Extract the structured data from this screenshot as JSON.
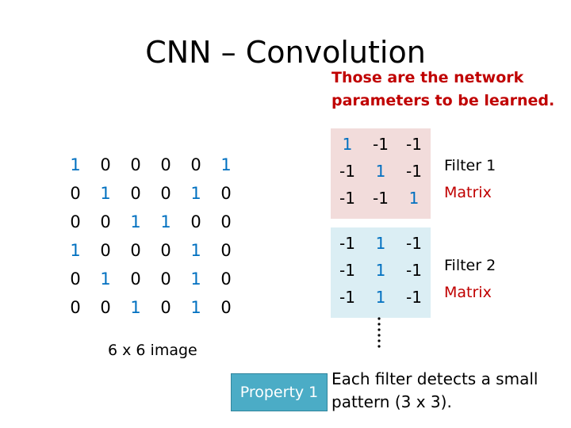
{
  "title": "CNN – Convolution",
  "note": "Those are the network parameters to be learned.",
  "image": {
    "caption": "6 x 6 image",
    "rows": [
      [
        "1",
        "0",
        "0",
        "0",
        "0",
        "1"
      ],
      [
        "0",
        "1",
        "0",
        "0",
        "1",
        "0"
      ],
      [
        "0",
        "0",
        "1",
        "1",
        "0",
        "0"
      ],
      [
        "1",
        "0",
        "0",
        "0",
        "1",
        "0"
      ],
      [
        "0",
        "1",
        "0",
        "0",
        "1",
        "0"
      ],
      [
        "0",
        "0",
        "1",
        "0",
        "1",
        "0"
      ]
    ]
  },
  "filters": [
    {
      "label": "Filter 1",
      "sublabel": "Matrix",
      "rows": [
        [
          "1",
          "-1",
          "-1"
        ],
        [
          "-1",
          "1",
          "-1"
        ],
        [
          "-1",
          "-1",
          "1"
        ]
      ]
    },
    {
      "label": "Filter 2",
      "sublabel": "Matrix",
      "rows": [
        [
          "-1",
          "1",
          "-1"
        ],
        [
          "-1",
          "1",
          "-1"
        ],
        [
          "-1",
          "1",
          "-1"
        ]
      ]
    }
  ],
  "property": {
    "label": "Property 1",
    "text": "Each filter detects a small pattern (3 x 3)."
  },
  "colors": {
    "highlight": "#0070c0",
    "note": "#c00000",
    "filter1_bg": "#f2dcdb",
    "filter2_bg": "#dbeef4",
    "property_bg": "#4bacc6"
  }
}
